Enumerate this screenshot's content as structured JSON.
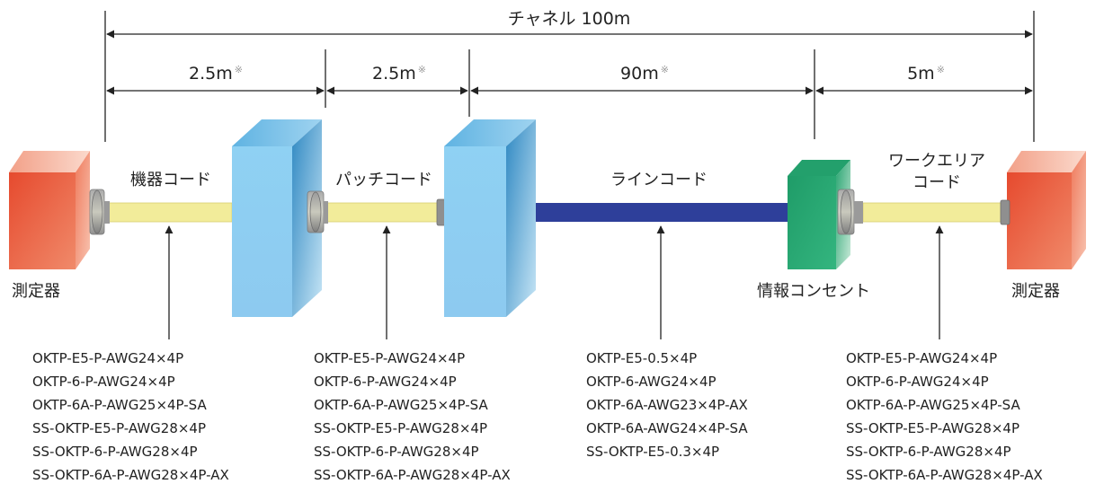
{
  "channel_label": "チャネル 100m",
  "asterisk": "※",
  "segments": [
    {
      "length": "2.5m",
      "cable_label": "機器コード"
    },
    {
      "length": "2.5m",
      "cable_label": "パッチコード"
    },
    {
      "length": "90m",
      "cable_label": "ラインコード"
    },
    {
      "length": "5m",
      "cable_label_lines": [
        "ワークエリア",
        "コード"
      ]
    }
  ],
  "devices": {
    "tester_left": "測定器",
    "tester_right": "測定器",
    "outlet": "情報コンセント"
  },
  "model_lists": [
    [
      "OKTP-E5-P-AWG24×4P",
      "OKTP-6-P-AWG24×4P",
      "OKTP-6A-P-AWG25×4P-SA",
      "SS-OKTP-E5-P-AWG28×4P",
      "SS-OKTP-6-P-AWG28×4P",
      "SS-OKTP-6A-P-AWG28×4P-AX"
    ],
    [
      "OKTP-E5-P-AWG24×4P",
      "OKTP-6-P-AWG24×4P",
      "OKTP-6A-P-AWG25×4P-SA",
      "SS-OKTP-E5-P-AWG28×4P",
      "SS-OKTP-6-P-AWG28×4P",
      "SS-OKTP-6A-P-AWG28×4P-AX"
    ],
    [
      "OKTP-E5-0.5×4P",
      "OKTP-6-AWG24×4P",
      "OKTP-6A-AWG23×4P-AX",
      "OKTP-6A-AWG24×4P-SA",
      "SS-OKTP-E5-0.3×4P"
    ],
    [
      "OKTP-E5-P-AWG24×4P",
      "OKTP-6-P-AWG24×4P",
      "OKTP-6A-P-AWG25×4P-SA",
      "SS-OKTP-E5-P-AWG28×4P",
      "SS-OKTP-6-P-AWG28×4P",
      "SS-OKTP-6A-P-AWG28×4P-AX"
    ]
  ],
  "colors": {
    "tester": "#e8553a",
    "panel": "#7ec8ee",
    "outlet": "#22a06b",
    "patch_cord": "#f2ec9a",
    "line_cord": "#2e3f9a"
  }
}
